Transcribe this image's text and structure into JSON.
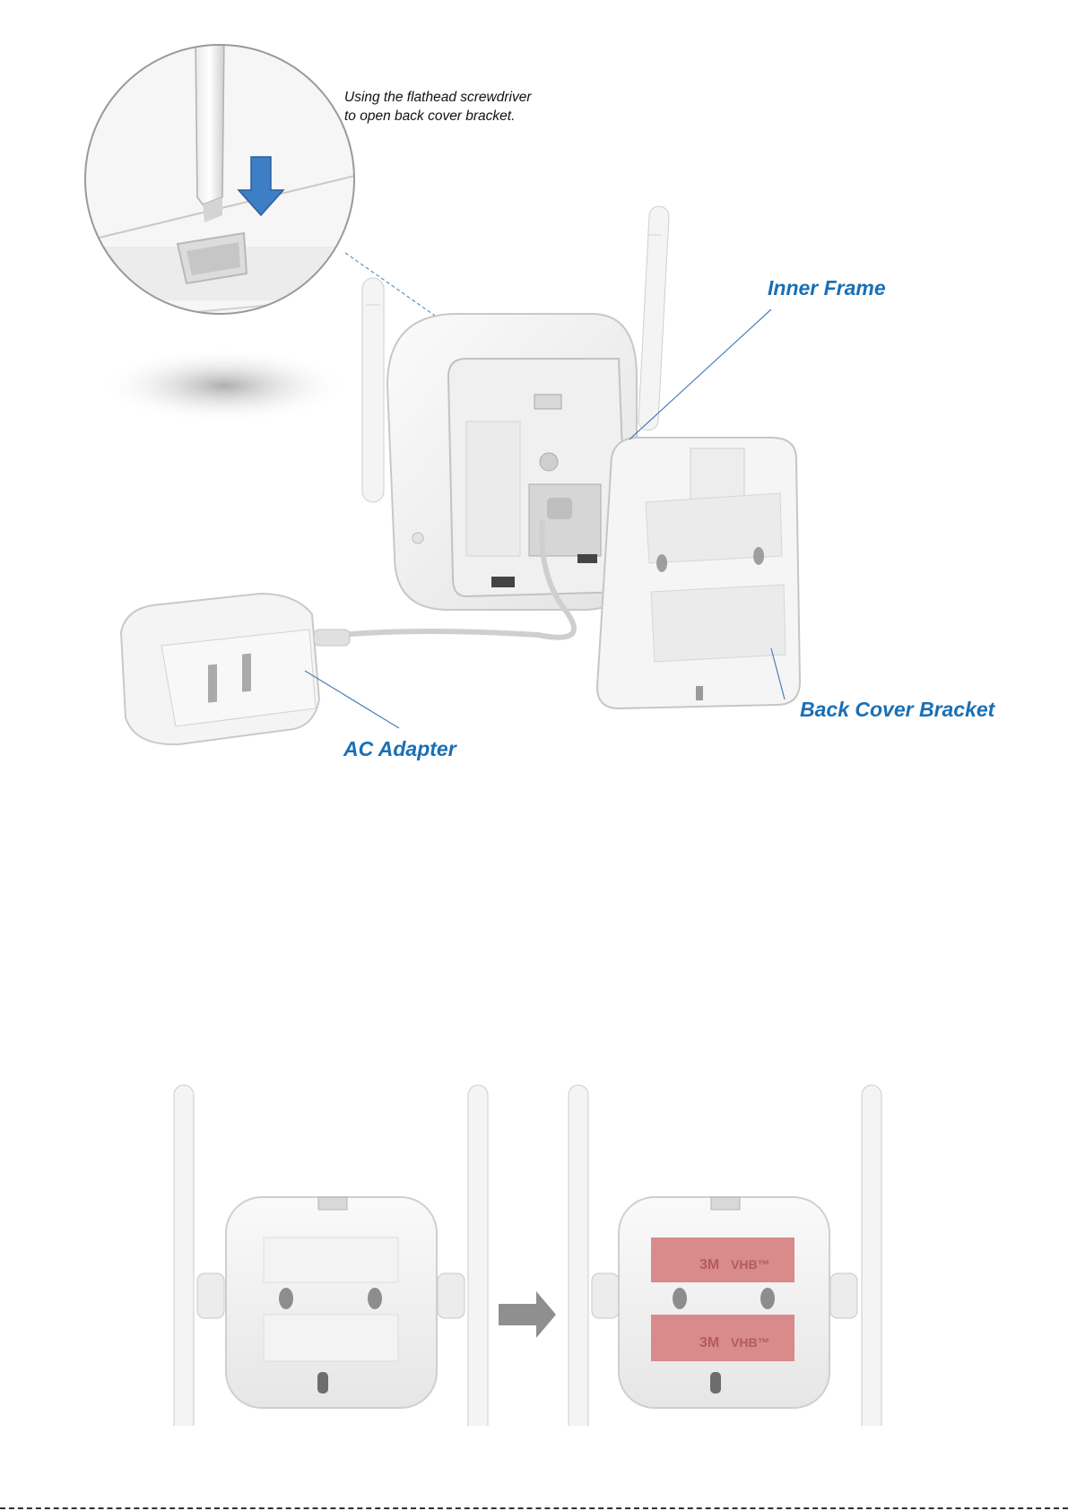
{
  "instruction": {
    "line1": "Using the flathead screwdriver",
    "line2": "to open back cover bracket."
  },
  "labels": {
    "inner_frame": "Inner Frame",
    "back_cover_bracket": "Back Cover Bracket",
    "ac_adapter": "AC Adapter"
  },
  "tape": {
    "brand_a": "3M",
    "brand_b": "VHB™"
  },
  "colors": {
    "callout": "#1a6fb5",
    "arrow_blue": "#3d7ec4",
    "device": "#f2f2f2",
    "tape": "#d98a8a"
  }
}
